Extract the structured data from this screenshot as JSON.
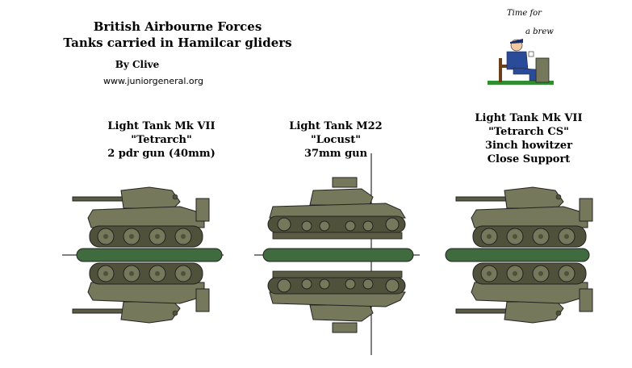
{
  "header": {
    "title_line1": "British Airbourne Forces",
    "title_line2": "Tanks carried in Hamilcar  gliders",
    "byline": "By Clive",
    "website": "www.juniorgeneral.org"
  },
  "logo": {
    "line1": "Time for",
    "line2": "a brew"
  },
  "tanks": [
    {
      "name": "Light Tank Mk VII",
      "nickname": "\"Tetrarch\"",
      "armament": "2 pdr gun (40mm)"
    },
    {
      "name": "Light Tank M22",
      "nickname": "\"Locust\"",
      "armament": "37mm gun"
    },
    {
      "name": "Light Tank Mk VII",
      "nickname": "\"Tetrarch CS\"",
      "armament": "3inch howitzer",
      "role": "Close Support"
    }
  ],
  "colors": {
    "tank_olive": "#75785a",
    "tank_dark": "#4f513a",
    "bar_green": "#3f6b3f",
    "ground_green": "#2f8f2f"
  }
}
